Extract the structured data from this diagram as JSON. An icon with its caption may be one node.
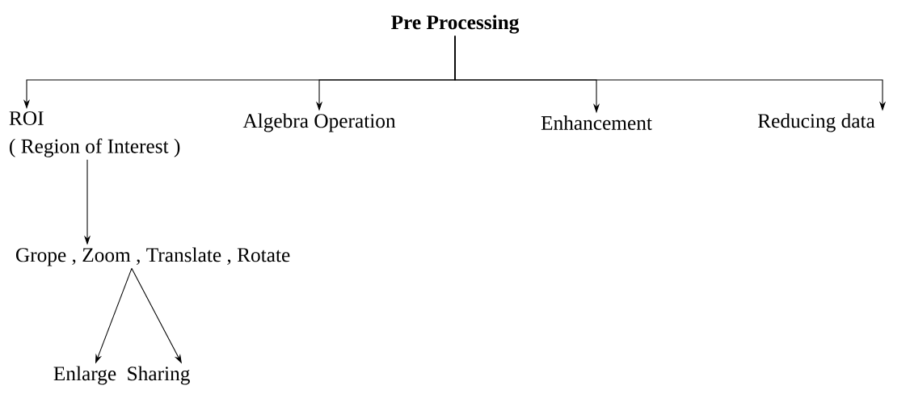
{
  "diagram": {
    "nodes": [
      {
        "text": [
          "Pre Processing"
        ]
      },
      {
        "text": [
          "ROI",
          "( Region of Interest )"
        ]
      },
      {
        "text": [
          "Algebra Operation"
        ]
      },
      {
        "text": [
          "Enhancement"
        ]
      },
      {
        "text": [
          "Reducing data"
        ]
      },
      {
        "text": [
          "Grope , Zoom , Translate , Rotate"
        ]
      },
      {
        "text": [
          "Enlarge"
        ]
      },
      {
        "text": [
          "Sharing"
        ]
      }
    ],
    "edges": [
      {
        "from": 0,
        "to": 1,
        "arrow": "to"
      },
      {
        "from": 0,
        "to": 2,
        "arrow": "to"
      },
      {
        "from": 0,
        "to": 3,
        "arrow": "to"
      },
      {
        "from": 0,
        "to": 4,
        "arrow": "to"
      },
      {
        "from": 1,
        "to": 5,
        "arrow": "to"
      },
      {
        "from": 5,
        "to": 6,
        "arrow": "to"
      },
      {
        "from": 5,
        "to": 7,
        "arrow": "to"
      }
    ]
  }
}
